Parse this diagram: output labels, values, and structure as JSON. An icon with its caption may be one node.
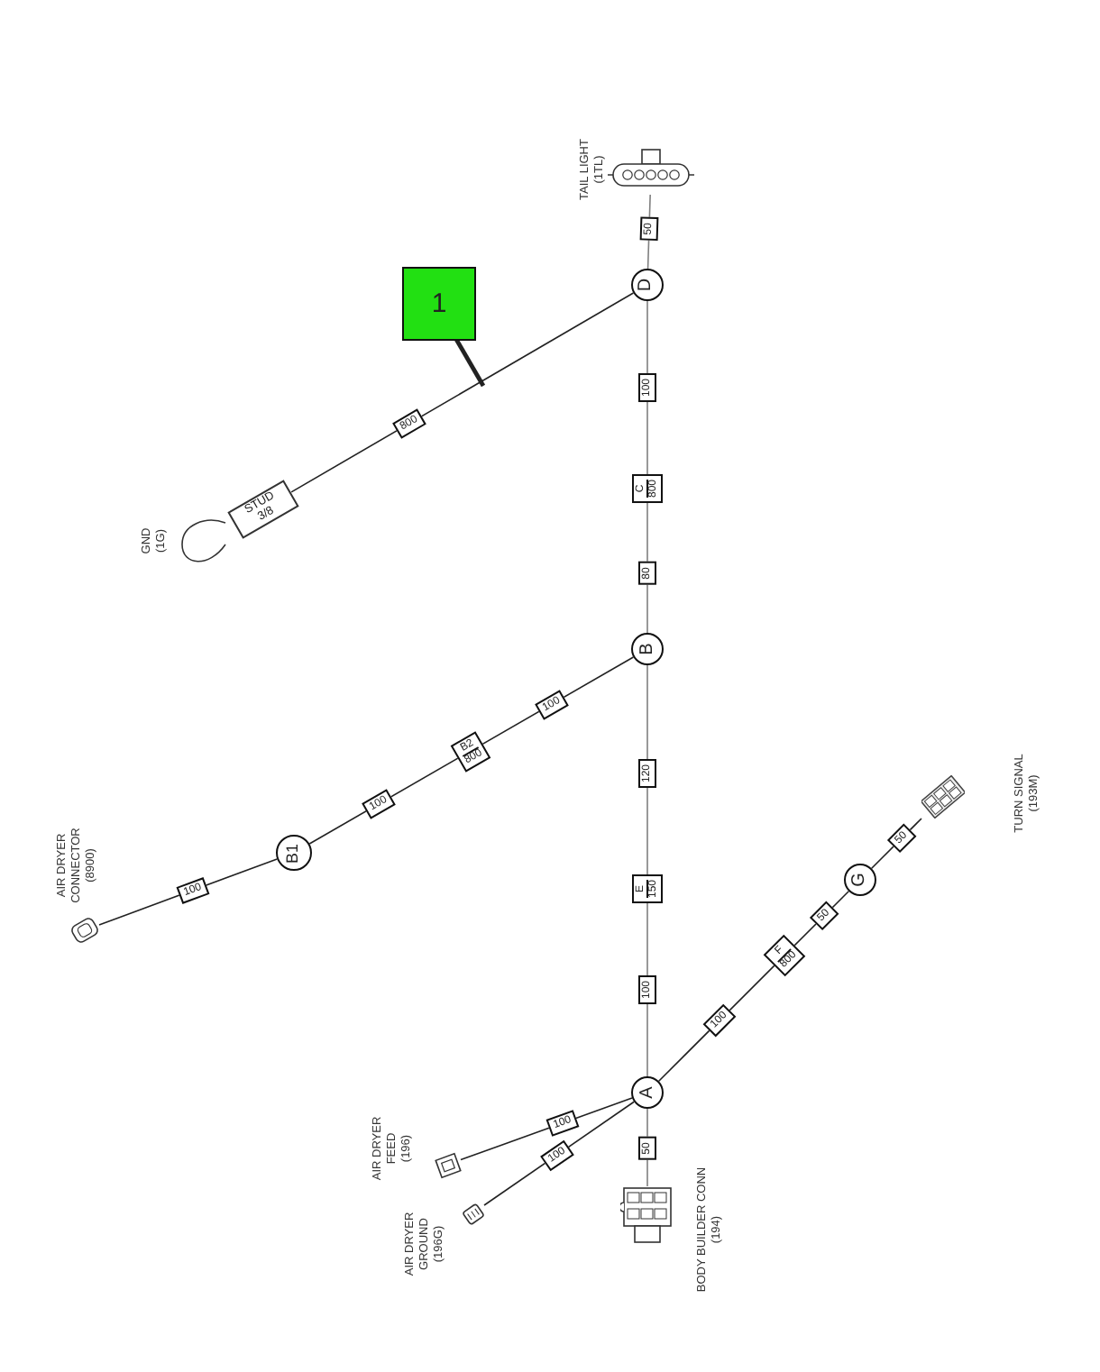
{
  "diagram": {
    "nodes": [
      {
        "text": [],
        "shape": "picture",
        "beside": [
          "TAIL LIGHT",
          "(1TL)"
        ]
      },
      {
        "text": [
          "1"
        ]
      },
      {
        "text": [
          "D"
        ]
      },
      {
        "text": [
          "STUD 3/8"
        ],
        "beside": [
          "GND",
          "(1G)"
        ]
      },
      {
        "text": [
          "B"
        ]
      },
      {
        "text": [
          "B1"
        ]
      },
      {
        "text": [],
        "shape": "picture",
        "beside": [
          "AIR DRYER",
          "CONNECTOR",
          "(8900)"
        ]
      },
      {
        "text": [],
        "shape": "picture",
        "beside": [
          "TURN SIGNAL",
          "(193M)"
        ]
      },
      {
        "text": [
          "A"
        ]
      },
      {
        "text": [
          "G"
        ]
      },
      {
        "text": [],
        "shape": "picture",
        "beside": [
          "AIR DRYER",
          "FEED",
          "(196)"
        ]
      },
      {
        "text": [],
        "shape": "picture",
        "beside": [
          "AIR DRYER",
          "GROUND",
          "(196G)"
        ]
      },
      {
        "text": [],
        "shape": "picture",
        "beside": [
          "BODY BUILDER CONN",
          "(194)"
        ]
      }
    ],
    "edges": [
      {
        "from": 0,
        "to": 2,
        "arrow": "none",
        "color": "#808080"
      },
      {
        "from": 2,
        "to": 4,
        "arrow": "none",
        "color": "#808080"
      },
      {
        "from": 4,
        "to": 8,
        "arrow": "none",
        "color": "#808080"
      },
      {
        "from": 8,
        "to": 12,
        "arrow": "none",
        "color": "#808080"
      },
      {
        "from": 2,
        "to": 3,
        "arrow": "none"
      },
      {
        "from": 4,
        "to": 5,
        "arrow": "none"
      },
      {
        "from": 5,
        "to": 6,
        "arrow": "none"
      },
      {
        "from": 8,
        "to": 10,
        "arrow": "none"
      },
      {
        "from": 8,
        "to": 11,
        "arrow": "none"
      },
      {
        "from": 8,
        "to": 9,
        "arrow": "none"
      },
      {
        "from": 9,
        "to": 7,
        "arrow": "none"
      },
      {
        "from": 1,
        "to": null,
        "arrow": "none",
        "style": "thick"
      }
    ],
    "labels": [
      "50",
      "100",
      "C",
      "800",
      "80",
      "120",
      "E",
      "150",
      "100",
      "50",
      "800",
      "100",
      "B2",
      "800",
      "100",
      "100",
      "100",
      "100",
      "100",
      "F",
      "800",
      "50",
      "50"
    ]
  }
}
